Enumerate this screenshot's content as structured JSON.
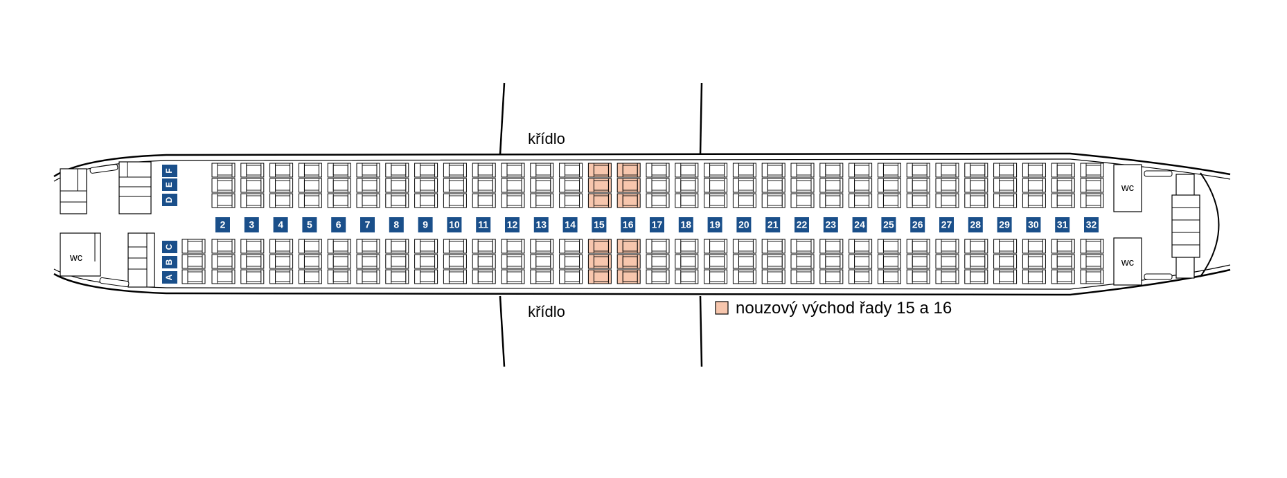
{
  "diagram": {
    "wing_labels": {
      "top": "křídlo",
      "bottom": "křídlo"
    },
    "wc_label": "wc",
    "seat_letters_left": [
      "F",
      "E",
      "D"
    ],
    "seat_letters_left_lower": [
      "C",
      "B",
      "A"
    ],
    "rows": [
      "2",
      "3",
      "4",
      "5",
      "6",
      "7",
      "8",
      "9",
      "10",
      "11",
      "12",
      "13",
      "14",
      "15",
      "16",
      "17",
      "18",
      "19",
      "20",
      "21",
      "22",
      "23",
      "24",
      "25",
      "26",
      "27",
      "28",
      "29",
      "30",
      "31",
      "32"
    ],
    "exit_rows": [
      "15",
      "16"
    ],
    "legend": {
      "label": "nouzový východ řady 15 a 16"
    },
    "colors": {
      "row_badge": "#1a4f8a",
      "exit_seat": "#f7c6ad",
      "outline": "#000000"
    }
  }
}
